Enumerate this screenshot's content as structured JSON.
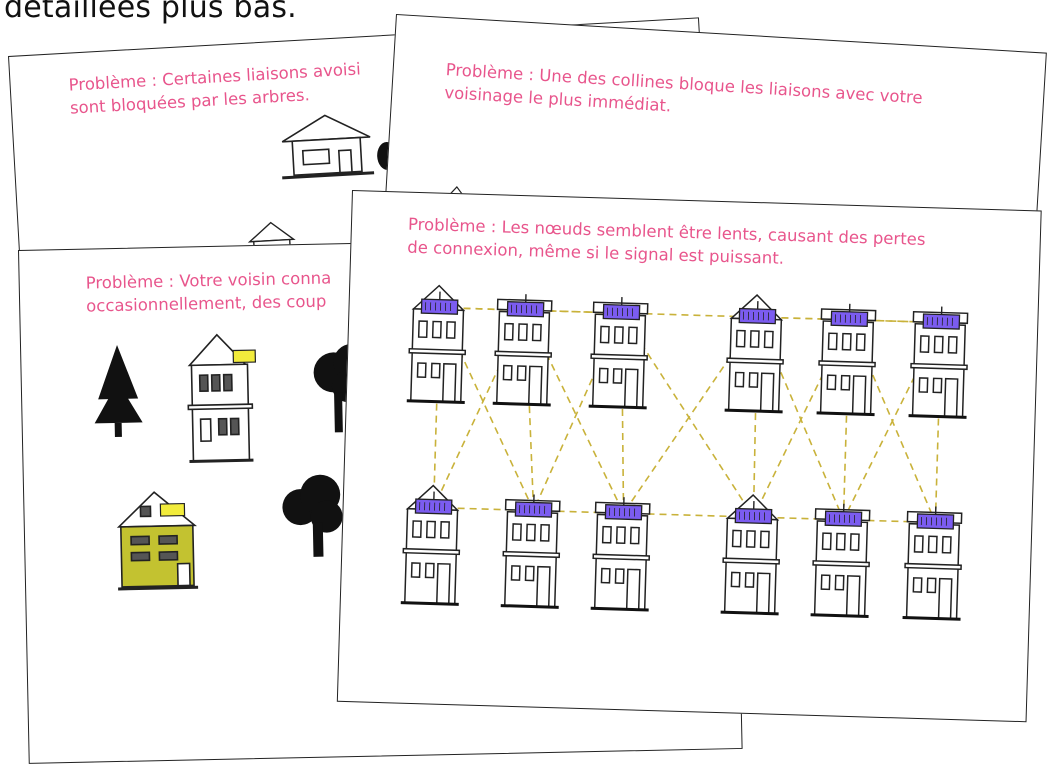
{
  "caption": "détaillées plus bas.",
  "colors": {
    "title_pink": "#e8558c",
    "node_purple": "#7b5cf0",
    "link_gold": "#c9b23a",
    "house_green": "#c3c230",
    "router_yellow": "#f2ec3c"
  },
  "cards": [
    {
      "id": "card-trees",
      "label": "Problème :",
      "lines": [
        "Certaines liaisons avoisi",
        "sont bloquées par les arbres."
      ]
    },
    {
      "id": "card-hill",
      "label": "Problème :",
      "lines": [
        "Une des collines bloque les liaisons avec votre",
        "voisinage le plus immédiat."
      ]
    },
    {
      "id": "card-neighbor",
      "label": "Problème :",
      "lines": [
        "Votre voisin conna",
        "occasionnellement, des coup"
      ]
    },
    {
      "id": "card-nodes",
      "label": "Problème :",
      "lines": [
        "Les nœuds semblent être lents, causant des pertes",
        "de connexion, même si le signal est puissant."
      ]
    }
  ]
}
